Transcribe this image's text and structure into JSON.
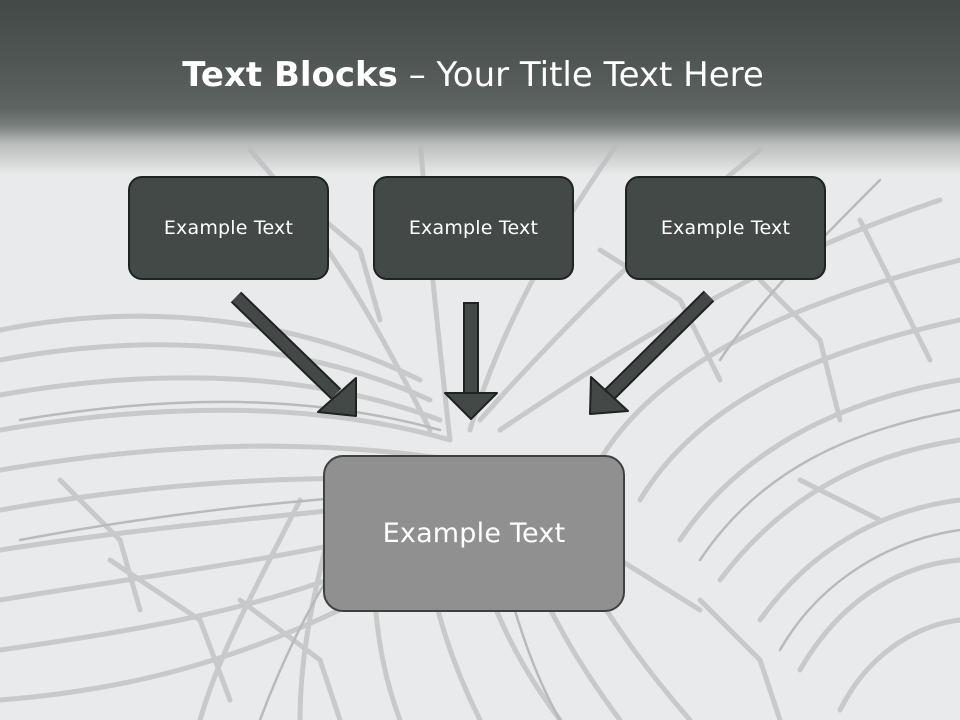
{
  "slide": {
    "title_bold": "Text Blocks",
    "title_separator": " – ",
    "title_rest": "Your Title Text Here"
  },
  "blocks": {
    "top": [
      "Example Text",
      "Example Text",
      "Example Text"
    ],
    "center": "Example Text"
  },
  "colors": {
    "header_dark": "#434947",
    "block_fill": "#434947",
    "center_fill": "#8f908f",
    "arrow_fill": "#434947",
    "background": "#e9eaeb"
  }
}
